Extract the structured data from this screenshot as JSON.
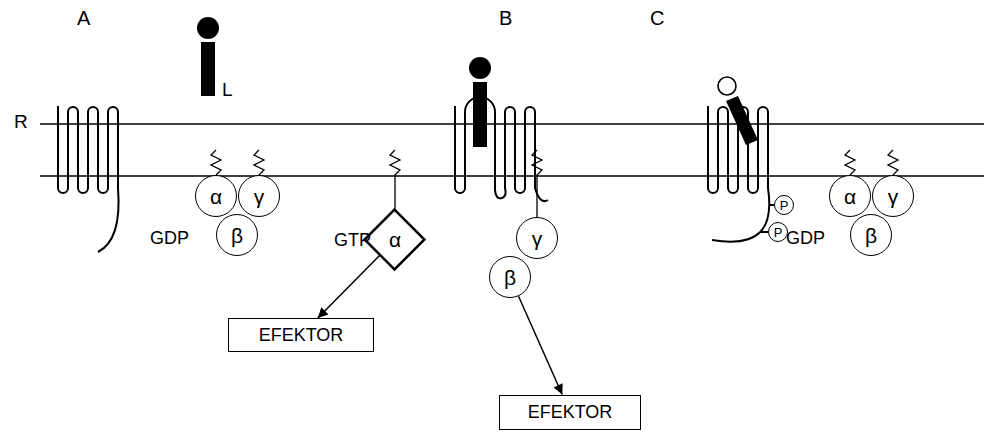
{
  "diagram": {
    "nodes": [
      {
        "text": [
          "α"
        ]
      },
      {
        "text": [
          "γ"
        ]
      },
      {
        "text": [
          "β"
        ]
      },
      {
        "text": [
          "α"
        ]
      },
      {
        "text": [
          "EFEKTOR"
        ]
      },
      {
        "text": [
          "γ"
        ]
      },
      {
        "text": [
          "β"
        ]
      },
      {
        "text": [
          "EFEKTOR"
        ]
      },
      {
        "text": [
          "P"
        ]
      },
      {
        "text": [
          "P"
        ]
      },
      {
        "text": [
          "α"
        ]
      },
      {
        "text": [
          "γ"
        ]
      },
      {
        "text": [
          "β"
        ]
      }
    ],
    "edges": [
      {
        "from": 3,
        "to": 4,
        "arrow": "to"
      },
      {
        "from": 6,
        "to": 7,
        "arrow": "to"
      }
    ],
    "labels": [
      "A",
      "B",
      "C",
      "L",
      "R",
      "GDP",
      "GTP",
      "GDP"
    ]
  }
}
